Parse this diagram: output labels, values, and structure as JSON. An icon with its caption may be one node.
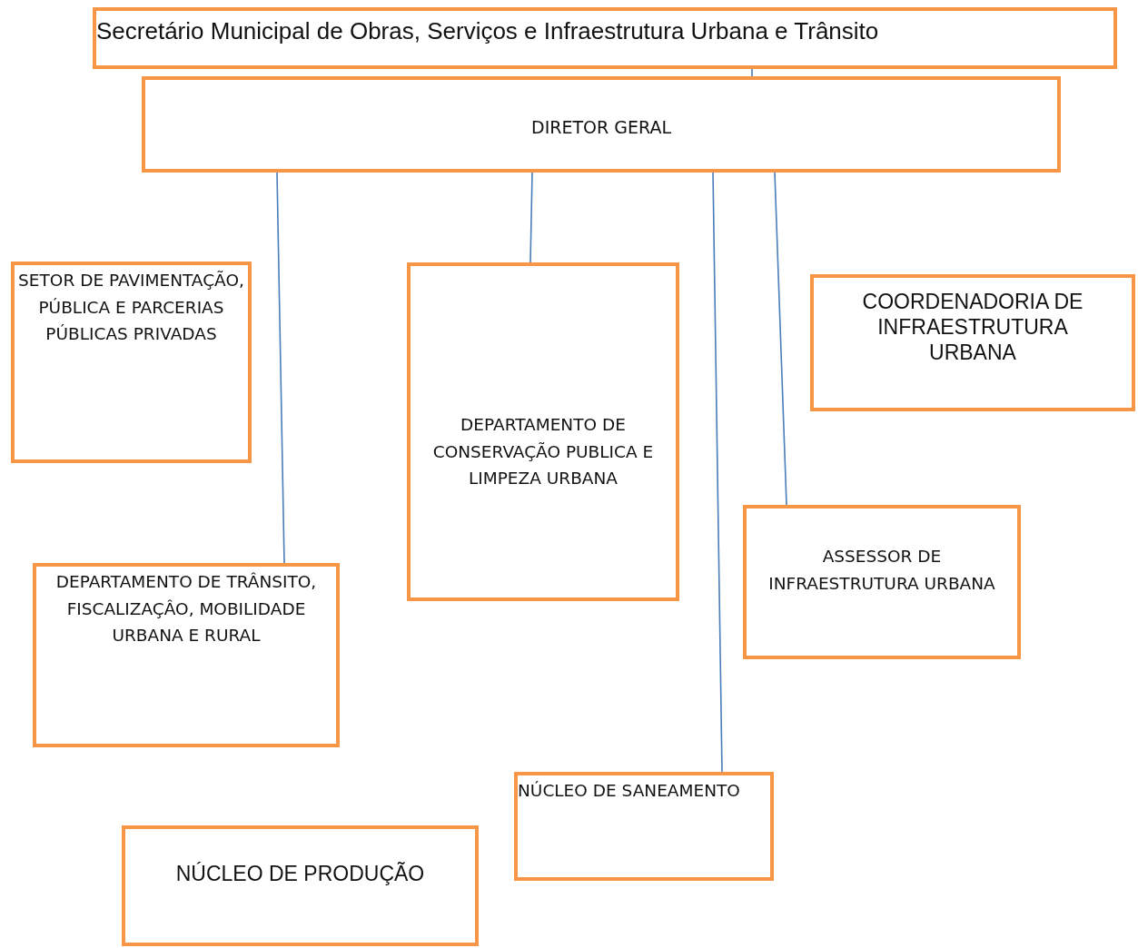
{
  "diagram": {
    "nodes": [
      {
        "text": [
          "Secretário Municipal de Obras, Serviços e Infraestrutura Urbana e Trânsito"
        ]
      },
      {
        "text": [
          "DIRETOR GERAL"
        ]
      },
      {
        "text": [
          "SETOR DE PAVIMENTAÇÃO, PÚBLICA E PARCERIAS PÚBLICAS PRIVADAS"
        ]
      },
      {
        "text": [
          "DEPARTAMENTO DE CONSERVAÇÃO PUBLICA E LIMPEZA URBANA"
        ]
      },
      {
        "text": [
          "COORDENADORIA DE INFRAESTRUTURA URBANA"
        ]
      },
      {
        "text": [
          "ASSESSOR DE INFRAESTRUTURA URBANA"
        ]
      },
      {
        "text": [
          "DEPARTAMENTO DE TRÂNSITO, FISCALIZAÇÂO, MOBILIDADE URBANA E RURAL"
        ]
      },
      {
        "text": [
          "NÚCLEO DE SANEAMENTO"
        ]
      },
      {
        "text": [
          "NÚCLEO DE PRODUÇÃO"
        ]
      }
    ],
    "edges": [
      {
        "from": 0,
        "to": 1,
        "arrow": "none"
      },
      {
        "from": 1,
        "to": 6,
        "arrow": "none"
      },
      {
        "from": 1,
        "to": 3,
        "arrow": "none"
      },
      {
        "from": 1,
        "to": 7,
        "arrow": "none"
      },
      {
        "from": 1,
        "to": 5,
        "arrow": "none"
      }
    ]
  }
}
